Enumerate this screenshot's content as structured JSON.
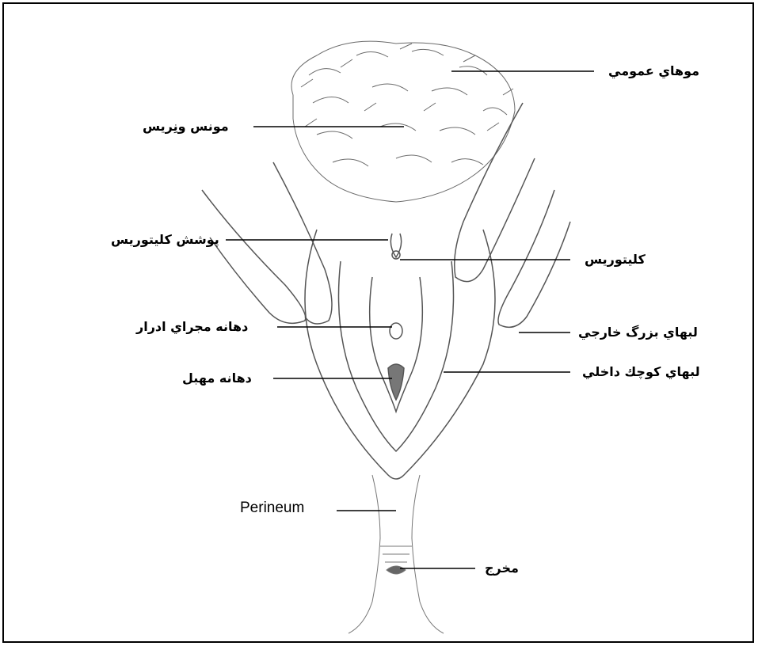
{
  "diagram": {
    "labels": {
      "pubic_hair": "موهاي عمومي",
      "mons_veneris": "مونس ونِريس",
      "clitoral_hood": "پوشش كليتوريس",
      "clitoris": "كليتوريس",
      "urethral_opening": "دهانه مجراي ادرار",
      "labia_majora": "لبهاي بزرگ خارجي",
      "vaginal_opening": "دهانه مهبل",
      "labia_minora": "لبهاي كوچك داخلي",
      "perineum": "Perineum",
      "anus": "مخرج"
    },
    "colors": {
      "line": "#000000",
      "sketch": "#6b6b6b",
      "shade": "#9a9a9a"
    }
  }
}
